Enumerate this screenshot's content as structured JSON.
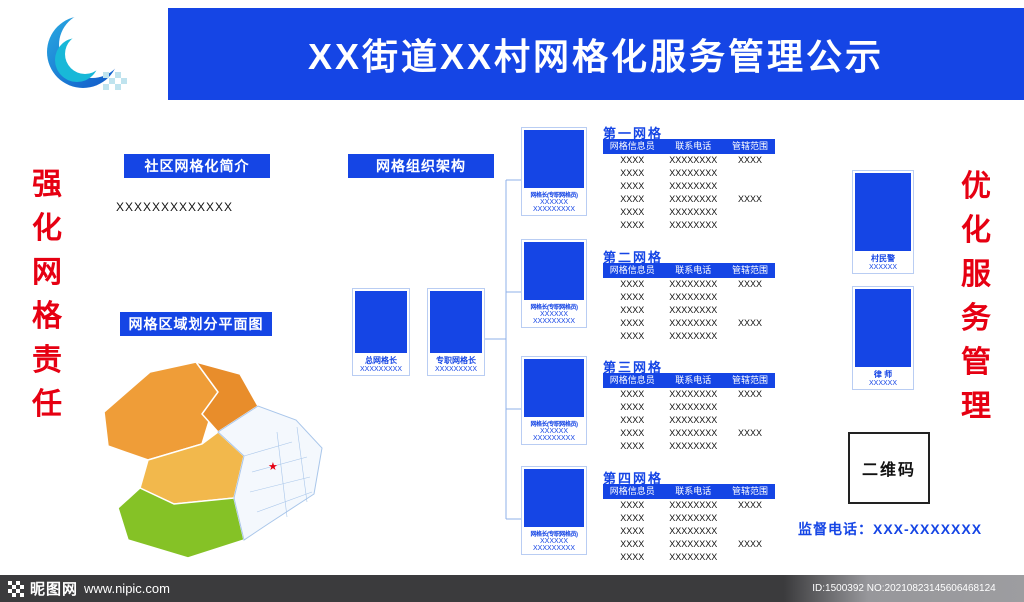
{
  "header": {
    "title": "XX街道XX村网格化服务管理公示"
  },
  "slogans": {
    "left": [
      "强",
      "化",
      "网",
      "格",
      "责",
      "任"
    ],
    "right": [
      "优",
      "化",
      "服",
      "务",
      "管",
      "理"
    ]
  },
  "intro": {
    "button_label": "社区网格化简介",
    "body": "XXXXXXXXXXXXX"
  },
  "map": {
    "button_label": "网格区域划分平面图"
  },
  "org": {
    "button_label": "网格组织架构",
    "leaders": [
      {
        "title": "总网格长",
        "name": "XXXXXXXXX"
      },
      {
        "title": "专职网格长",
        "name": "XXXXXXXXX"
      }
    ],
    "grid_leaders": [
      {
        "title": "网格长(专职网格员)",
        "name": "XXXXXX",
        "phone": "XXXXXXXXX"
      },
      {
        "title": "网格长(专职网格员)",
        "name": "XXXXXX",
        "phone": "XXXXXXXXX"
      },
      {
        "title": "网格长(专职网格员)",
        "name": "XXXXXX",
        "phone": "XXXXXXXXX"
      },
      {
        "title": "网格长(专职网格员)",
        "name": "XXXXXX",
        "phone": "XXXXXXXXX"
      }
    ]
  },
  "grid_tables": {
    "columns": [
      "网格信息员",
      "联系电话",
      "管辖范围"
    ],
    "sections": [
      {
        "title": "第一网格",
        "rows": [
          [
            "XXXX",
            "XXXXXXXX",
            "XXXX"
          ],
          [
            "XXXX",
            "XXXXXXXX",
            ""
          ],
          [
            "XXXX",
            "XXXXXXXX",
            ""
          ],
          [
            "XXXX",
            "XXXXXXXX",
            "XXXX"
          ],
          [
            "XXXX",
            "XXXXXXXX",
            ""
          ],
          [
            "XXXX",
            "XXXXXXXX",
            ""
          ]
        ]
      },
      {
        "title": "第二网格",
        "rows": [
          [
            "XXXX",
            "XXXXXXXX",
            "XXXX"
          ],
          [
            "XXXX",
            "XXXXXXXX",
            ""
          ],
          [
            "XXXX",
            "XXXXXXXX",
            ""
          ],
          [
            "XXXX",
            "XXXXXXXX",
            "XXXX"
          ],
          [
            "XXXX",
            "XXXXXXXX",
            ""
          ]
        ]
      },
      {
        "title": "第三网格",
        "rows": [
          [
            "XXXX",
            "XXXXXXXX",
            "XXXX"
          ],
          [
            "XXXX",
            "XXXXXXXX",
            ""
          ],
          [
            "XXXX",
            "XXXXXXXX",
            ""
          ],
          [
            "XXXX",
            "XXXXXXXX",
            "XXXX"
          ],
          [
            "XXXX",
            "XXXXXXXX",
            ""
          ]
        ]
      },
      {
        "title": "第四网格",
        "rows": [
          [
            "XXXX",
            "XXXXXXXX",
            "XXXX"
          ],
          [
            "XXXX",
            "XXXXXXXX",
            ""
          ],
          [
            "XXXX",
            "XXXXXXXX",
            ""
          ],
          [
            "XXXX",
            "XXXXXXXX",
            "XXXX"
          ],
          [
            "XXXX",
            "XXXXXXXX",
            ""
          ]
        ]
      }
    ]
  },
  "staff": [
    {
      "title": "村民警",
      "name": "XXXXXX"
    },
    {
      "title": "律 师",
      "name": "XXXXXX"
    }
  ],
  "qr_label": "二维码",
  "hotline": {
    "label": "监督电话：",
    "number": "XXX-XXXXXXX"
  },
  "footer": {
    "site_name": "昵图网",
    "site_url": "www.nipic.com",
    "stamp": "ID:1500392 NO:20210823145606468124"
  },
  "colors": {
    "primary_blue": "#1545e5",
    "slogan_red": "#e60012"
  }
}
